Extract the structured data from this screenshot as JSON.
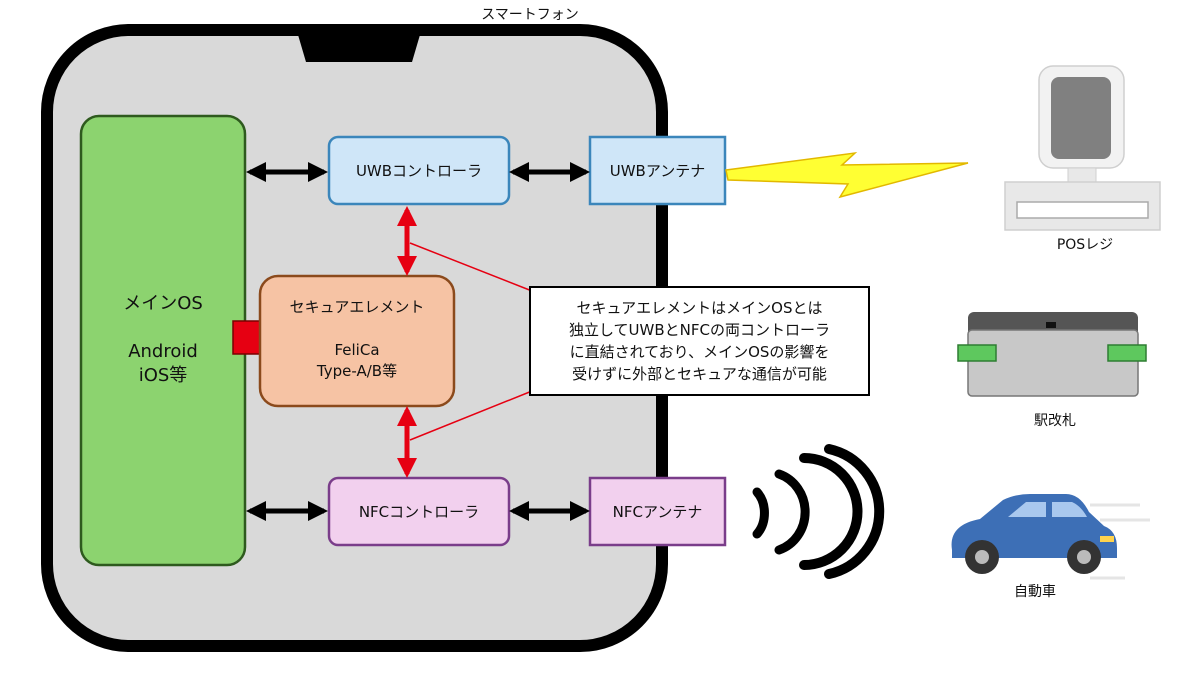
{
  "phone": {
    "title": "スマートフォン"
  },
  "main_os": {
    "name": "メインOS",
    "line1": "Android",
    "line2": "iOS等"
  },
  "uwb_controller": {
    "label": "UWBコントローラ"
  },
  "uwb_antenna": {
    "label": "UWBアンテナ"
  },
  "nfc_controller": {
    "label": "NFCコントローラ"
  },
  "nfc_antenna": {
    "label": "NFCアンテナ"
  },
  "secure_element": {
    "title": "セキュアエレメント",
    "line1": "FeliCa",
    "line2": "Type-A/B等"
  },
  "callout": {
    "lines": [
      "セキュアエレメントはメインOSとは",
      "独立してUWBとNFCの両コントローラ",
      "に直結されており、メインOSの影響を",
      "受けずに外部とセキュアな通信が可能"
    ]
  },
  "devices": {
    "pos": "POSレジ",
    "gate": "駅改札",
    "car": "自動車"
  },
  "colors": {
    "phone_body": "#d9d9d9",
    "main_os": "#8cd36f",
    "controller": "#cfe6f8",
    "controller_border": "#3b86bb",
    "nfc": "#f2d0ee",
    "nfc_border": "#7a3d8a",
    "secure_element": "#f6c3a4",
    "secure_border": "#8b4a1c",
    "red": "#e60012",
    "lightning": "#ffff33",
    "car": "#3d6fb6"
  }
}
